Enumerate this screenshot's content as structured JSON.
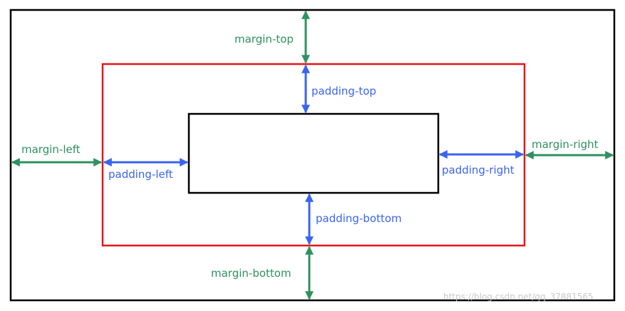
{
  "colors": {
    "outer_border": "#000000",
    "border_box": "#e5141b",
    "content_box": "#000000",
    "margin_arrow": "#2e9160",
    "padding_arrow": "#3a64f0"
  },
  "labels": {
    "margin_top": "margin-top",
    "margin_left": "margin-left",
    "margin_right": "margin-right",
    "margin_bottom": "margin-bottom",
    "padding_top": "padding-top",
    "padding_left": "padding-left",
    "padding_right": "padding-right",
    "padding_bottom": "padding-bottom"
  },
  "watermark": "https://blog.csdn.net/qq_37881565"
}
